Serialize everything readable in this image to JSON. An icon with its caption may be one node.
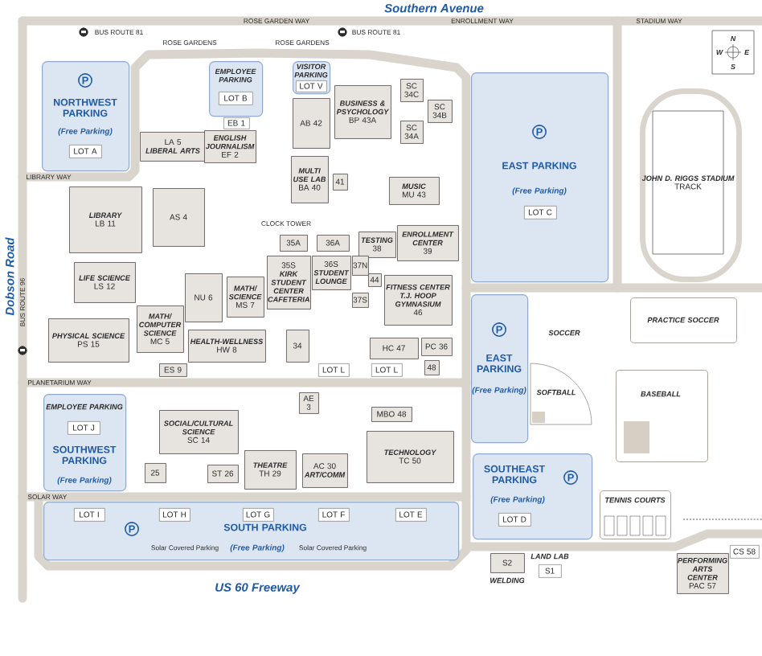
{
  "diagram": {
    "nodes": [
      {
        "text": [
          "P",
          "NORTHWEST PARKING",
          "(Free Parking)"
        ]
      },
      {
        "text": [
          "LOT A"
        ],
        "in": 0
      },
      {
        "text": [
          "EMPLOYEE PARKING"
        ]
      },
      {
        "text": [
          "LOT B"
        ],
        "in": 2
      },
      {
        "text": [
          "VISITOR PARKING"
        ]
      },
      {
        "text": [
          "LOT V"
        ],
        "in": 4
      },
      {
        "text": [
          "P",
          "EAST PARKING",
          "(Free Parking)"
        ]
      },
      {
        "text": [
          "LOT C"
        ],
        "in": 6
      },
      {
        "text": [
          "LA 5",
          "LIBERAL ARTS"
        ]
      },
      {
        "text": [
          "EB 1"
        ]
      },
      {
        "text": [
          "ENGLISH JOURNALISM",
          "EF 2"
        ]
      },
      {
        "text": [
          "AB 42"
        ]
      },
      {
        "text": [
          "BUSINESS & PSYCHOLOGY",
          "BP 43A"
        ]
      },
      {
        "text": [
          "SC 34C"
        ]
      },
      {
        "text": [
          "SC 34B"
        ]
      },
      {
        "text": [
          "SC 34A"
        ]
      },
      {
        "text": [
          "LIBRARY",
          "LB 11"
        ]
      },
      {
        "text": [
          "AS 4"
        ]
      },
      {
        "text": [
          "MULTI USE LAB",
          "BA 40"
        ]
      },
      {
        "text": [
          "41"
        ]
      },
      {
        "text": [
          "MUSIC",
          "MU 43"
        ]
      },
      {
        "text": [
          "35A"
        ]
      },
      {
        "text": [
          "36A"
        ]
      },
      {
        "text": [
          "TESTING",
          "38"
        ]
      },
      {
        "text": [
          "ENROLLMENT CENTER",
          "39"
        ]
      },
      {
        "text": [
          "35S",
          "KIRK STUDENT CENTER",
          "CAFETERIA"
        ]
      },
      {
        "text": [
          "36S",
          "STUDENT LOUNGE"
        ]
      },
      {
        "text": [
          "37N"
        ]
      },
      {
        "text": [
          "37S"
        ]
      },
      {
        "text": [
          "44"
        ]
      },
      {
        "text": [
          "FITNESS CENTER",
          "T.J. HOOP GYMNASIUM",
          "46"
        ]
      },
      {
        "text": [
          "LIFE SCIENCE",
          "LS 12"
        ]
      },
      {
        "text": [
          "NU 6"
        ]
      },
      {
        "text": [
          "MATH/ SCIENCE",
          "MS 7"
        ]
      },
      {
        "text": [
          "MATH/ COMPUTER SCIENCE",
          "MC 5"
        ]
      },
      {
        "text": [
          "PHYSICAL SCIENCE",
          "PS 15"
        ]
      },
      {
        "text": [
          "HEALTH-WELLNESS",
          "HW 8"
        ]
      },
      {
        "text": [
          "ES 9"
        ]
      },
      {
        "text": [
          "34"
        ]
      },
      {
        "text": [
          "HC 47"
        ]
      },
      {
        "text": [
          "PC 36"
        ]
      },
      {
        "text": [
          "48"
        ]
      },
      {
        "text": [
          "LOT L"
        ]
      },
      {
        "text": [
          "LOT L"
        ]
      },
      {
        "text": [
          "P",
          "EAST PARKING",
          "(Free Parking)"
        ]
      },
      {
        "text": [
          "PRACTICE SOCCER"
        ]
      },
      {
        "text": [
          "JOHN D. RIGGS STADIUM",
          "TRACK"
        ]
      },
      {
        "text": [
          "BASEBALL"
        ]
      },
      {
        "text": [
          "EMPLOYEE PARKING",
          "SOUTHWEST PARKING",
          "(Free Parking)"
        ]
      },
      {
        "text": [
          "LOT J"
        ],
        "in": 48
      },
      {
        "text": [
          "SOCIAL/CULTURAL SCIENCE",
          "SC 14"
        ]
      },
      {
        "text": [
          "25"
        ]
      },
      {
        "text": [
          "ST 26"
        ]
      },
      {
        "text": [
          "THEATRE",
          "TH 29"
        ]
      },
      {
        "text": [
          "AE 3"
        ]
      },
      {
        "text": [
          "AC 30",
          "ART/COMM"
        ]
      },
      {
        "text": [
          "MBO 48"
        ]
      },
      {
        "text": [
          "TECHNOLOGY",
          "TC 50"
        ]
      },
      {
        "text": [
          "P",
          "SOUTH PARKING",
          "(Free Parking)"
        ]
      },
      {
        "text": [
          "LOT I"
        ],
        "in": 58
      },
      {
        "text": [
          "LOT H"
        ],
        "in": 58
      },
      {
        "text": [
          "LOT G"
        ],
        "in": 58
      },
      {
        "text": [
          "LOT F"
        ],
        "in": 58
      },
      {
        "text": [
          "LOT E"
        ],
        "in": 58
      },
      {
        "text": [
          "SOUTHEAST PARKING",
          "P",
          "(Free Parking)"
        ]
      },
      {
        "text": [
          "LOT D"
        ],
        "in": 64
      },
      {
        "text": [
          "TENNIS COURTS"
        ]
      },
      {
        "text": [
          "S2",
          "WELDING"
        ]
      },
      {
        "text": [
          "LAND LAB",
          "S1"
        ]
      },
      {
        "text": [
          "PERFORMING ARTS CENTER",
          "PAC 57"
        ]
      },
      {
        "text": [
          "CS 58"
        ]
      }
    ],
    "labels": [
      "Southern Avenue",
      "BUS ROUTE 81",
      "ROSE GARDEN WAY",
      "BUS ROUTE 81",
      "ENROLLMENT WAY",
      "STADIUM WAY",
      "ROSE GARDENS",
      "ROSE GARDENS",
      "N",
      "W",
      "E",
      "S",
      "LIBRARY WAY",
      "CLOCK TOWER",
      "Dobson Road",
      "BUS ROUTE 96",
      "SOCCER",
      "PLANETARIUM WAY",
      "SOFTBALL",
      "SOLAR WAY",
      "Solar Covered Parking",
      "Solar Covered Parking",
      "US 60 Freeway"
    ]
  }
}
